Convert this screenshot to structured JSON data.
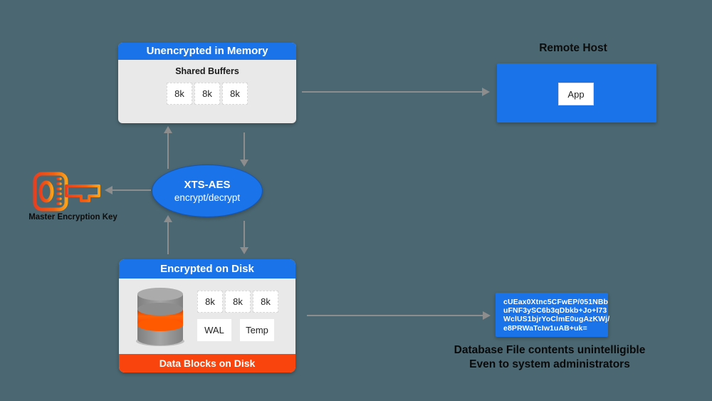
{
  "colors": {
    "background": "#4b6771",
    "accent_blue": "#1a73e8",
    "panel_gray": "#e9e9e9",
    "footer_orange": "#f9440e",
    "arrow_gray": "#8d8d8d",
    "key_orange_start": "#e8401f",
    "key_orange_end": "#f9a11b"
  },
  "memory_box": {
    "title": "Unencrypted in Memory",
    "subtitle": "Shared Buffers",
    "blocks": [
      "8k",
      "8k",
      "8k"
    ]
  },
  "crypto_ellipse": {
    "line1": "XTS-AES",
    "line2": "encrypt/decrypt"
  },
  "master_key": {
    "label": "Master Encryption Key",
    "icon": "key-icon"
  },
  "remote_host": {
    "title": "Remote Host",
    "app_label": "App"
  },
  "disk_box": {
    "title": "Encrypted on Disk",
    "icon": "database-icon",
    "blocks_row1": [
      "8k",
      "8k",
      "8k"
    ],
    "blocks_row2": [
      "WAL",
      "Temp"
    ],
    "footer": "Data Blocks on Disk"
  },
  "cipher_box": {
    "lines": [
      "cUEax0Xtnc5CFwEP/051NBb",
      "uFNF3ySC6b3qDbkb+Jo+l73",
      "WclUS1bjrYoClmE0ugAzKWj/",
      "e8PRWaTcIw1uAB+uk="
    ]
  },
  "caption": {
    "line1": "Database File contents unintelligible",
    "line2": "Even to system administrators"
  }
}
